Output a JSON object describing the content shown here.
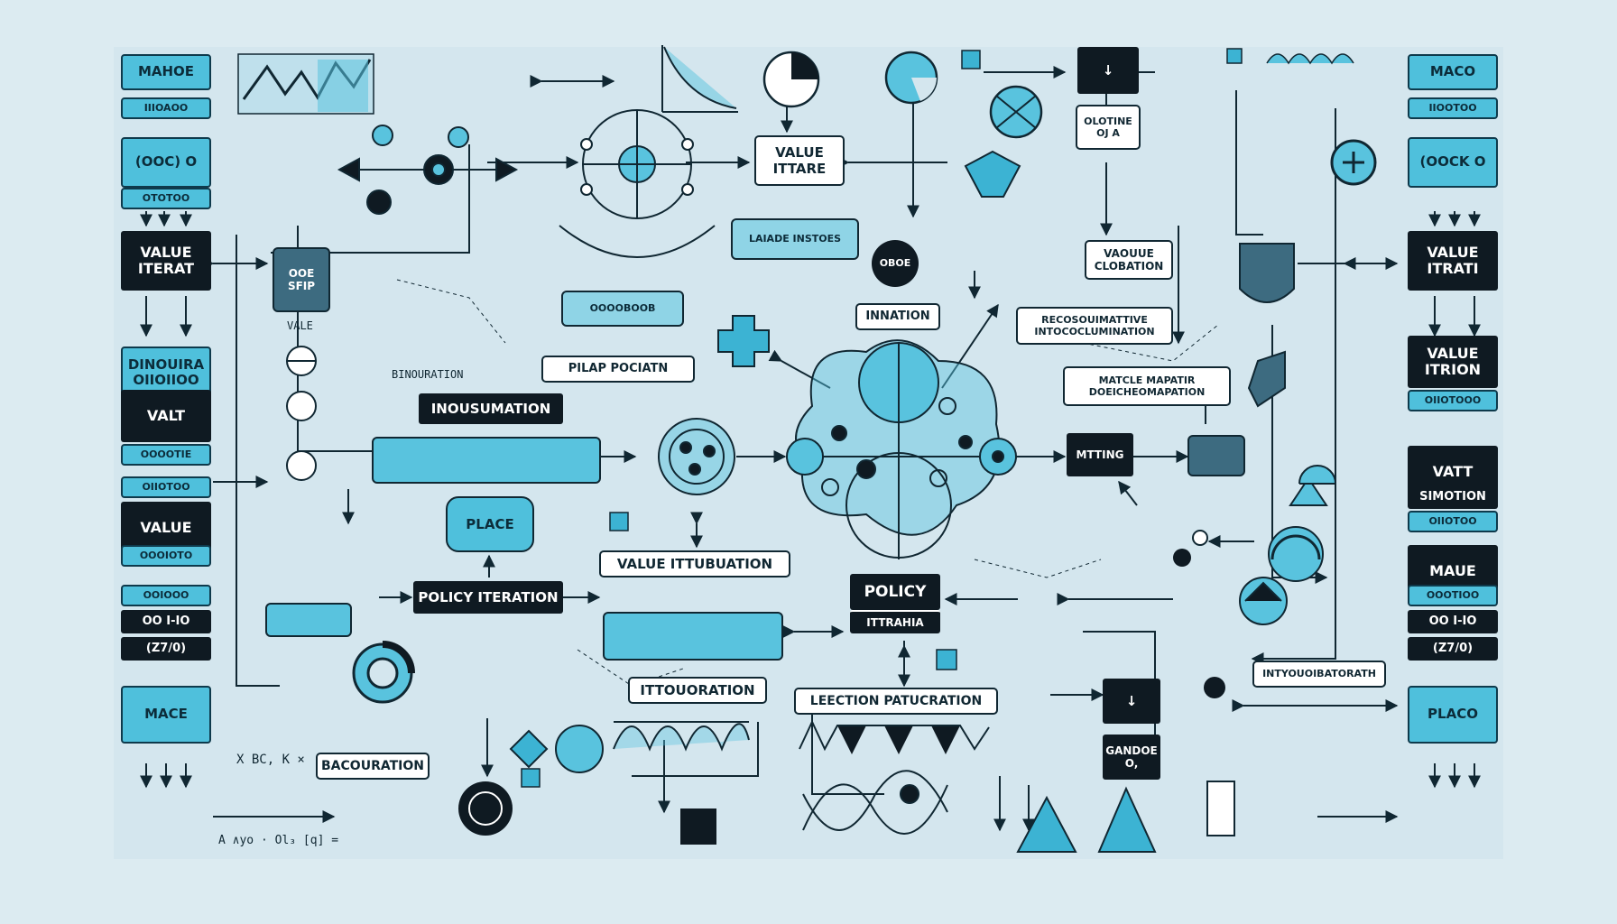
{
  "colors": {
    "background": "#dcebf1",
    "accent": "#4fc0dc",
    "dark": "#0f1a22",
    "line": "#102732"
  },
  "left_sidebar": [
    {
      "label": "MAHOE",
      "style": "cyan"
    },
    {
      "label": "IIIOAOO",
      "style": "sub"
    },
    {
      "label": "(OOC) O",
      "style": "cyan"
    },
    {
      "label": "OTOTOO",
      "style": "sub"
    },
    {
      "label": "VALUE ITERAT",
      "style": "dark"
    },
    {
      "label": "DINOUIRA OIIOIIOO",
      "style": "cyan"
    },
    {
      "label": "VALT",
      "style": "dark"
    },
    {
      "label": "OOOOTIE",
      "style": "sub"
    },
    {
      "label": "OIIOTOO",
      "style": "sub"
    },
    {
      "label": "VALUE",
      "style": "dark"
    },
    {
      "label": "OOOIOTO",
      "style": "sub"
    },
    {
      "label": "OOIOOO",
      "style": "sub"
    },
    {
      "label": "OO I-IO",
      "style": "subd"
    },
    {
      "label": "(Z7/0)",
      "style": "subd"
    },
    {
      "label": "MACE",
      "style": "cyan"
    }
  ],
  "right_sidebar": [
    {
      "label": "MACO",
      "style": "cyan"
    },
    {
      "label": "IIOOTOO",
      "style": "sub"
    },
    {
      "label": "(OOCK O",
      "style": "cyan"
    },
    {
      "label": "VALUE ITRATI",
      "style": "dark"
    },
    {
      "label": "VALUE ITRION",
      "style": "dark"
    },
    {
      "label": "OIIOTOOO",
      "style": "sub"
    },
    {
      "label": "VATT",
      "style": "dark"
    },
    {
      "label": "SIMOTION",
      "style": "subd"
    },
    {
      "label": "OIIOTOO",
      "style": "sub"
    },
    {
      "label": "MAUE",
      "style": "dark"
    },
    {
      "label": "OOOTIOO",
      "style": "sub"
    },
    {
      "label": "OO I-IO",
      "style": "subd"
    },
    {
      "label": "(Z7/0)",
      "style": "subd"
    },
    {
      "label": "PLACO",
      "style": "cyan"
    }
  ],
  "nodes": {
    "value_itare": "VALUE ITTARE",
    "inousumation": "INOUSUMATION",
    "place": "PLACE",
    "value_ittubuation": "VALUE ITTUBUATION",
    "policy_iteration": "POLICY ITERATION",
    "policy": "POLICY",
    "itrahia": "ITTRAHIA",
    "ittouoration": "ITTOUORATION",
    "lection_patucration": "LEECTION PATUCRATION",
    "bacouration": "BACOURATION",
    "pilap_pociatn": "PILAP POCIATN",
    "value_clonation": "VAOUUE CLOBATION",
    "recosouimattive": "RECOSOUIMATTIVE INTOCOCLUMINATION",
    "matcle_mapatir": "MATCLE MAPATIR DOEICHEOMAPATION",
    "innation": "INNATION",
    "inyouoibatorath": "INTYOUOIBATORATH",
    "olotine_oja": "OLOTINE OJ A",
    "laiade_instoes": "LAIADE INSTOES",
    "value_label": "VALE",
    "binouration": "BINOURATION",
    "gande_o": "GANDOE O,",
    "oboe": "OBOE",
    "mtting": "MTTING",
    "ooe_sfip": "OOE SFIP",
    "place_small": "OOOOBOOB",
    "kb_formula": "X BC, K ×",
    "bottom_formula": "A ∧yo · Ol₃ [q] ="
  }
}
